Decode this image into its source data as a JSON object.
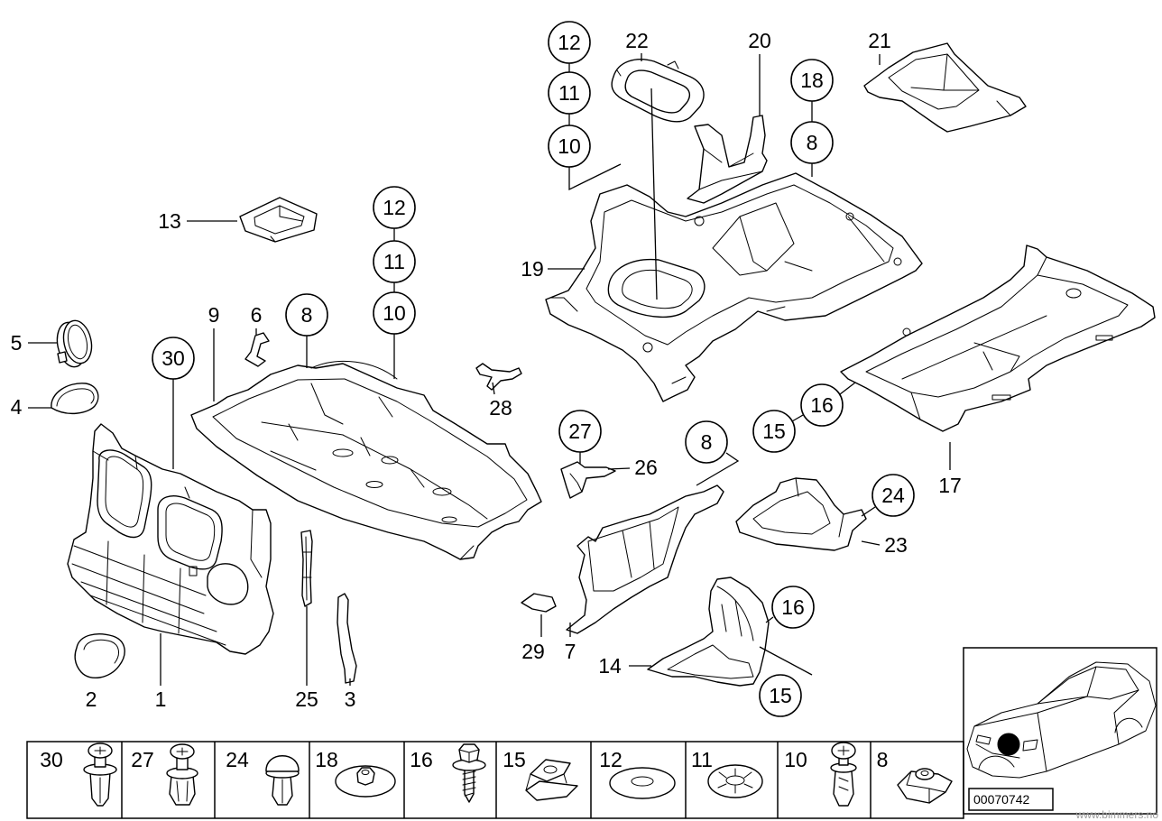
{
  "diagram": {
    "callouts": [
      "13",
      "12",
      "11",
      "10",
      "9",
      "6",
      "8",
      "5",
      "30",
      "4",
      "28",
      "2",
      "1",
      "25",
      "3",
      "12",
      "11",
      "10",
      "22",
      "20",
      "21",
      "18",
      "8",
      "19",
      "16",
      "15",
      "17",
      "27",
      "26",
      "8",
      "24",
      "23",
      "29",
      "7",
      "14",
      "16",
      "15"
    ],
    "fastener_labels": [
      "30",
      "27",
      "24",
      "18",
      "16",
      "15",
      "12",
      "11",
      "10",
      "8"
    ],
    "image_number": "00070742",
    "watermark": "www.bimmers.no"
  },
  "colors": {
    "line": "#000000",
    "background": "#ffffff",
    "location_marker": "#000000",
    "watermark": "#9a9a9a"
  }
}
